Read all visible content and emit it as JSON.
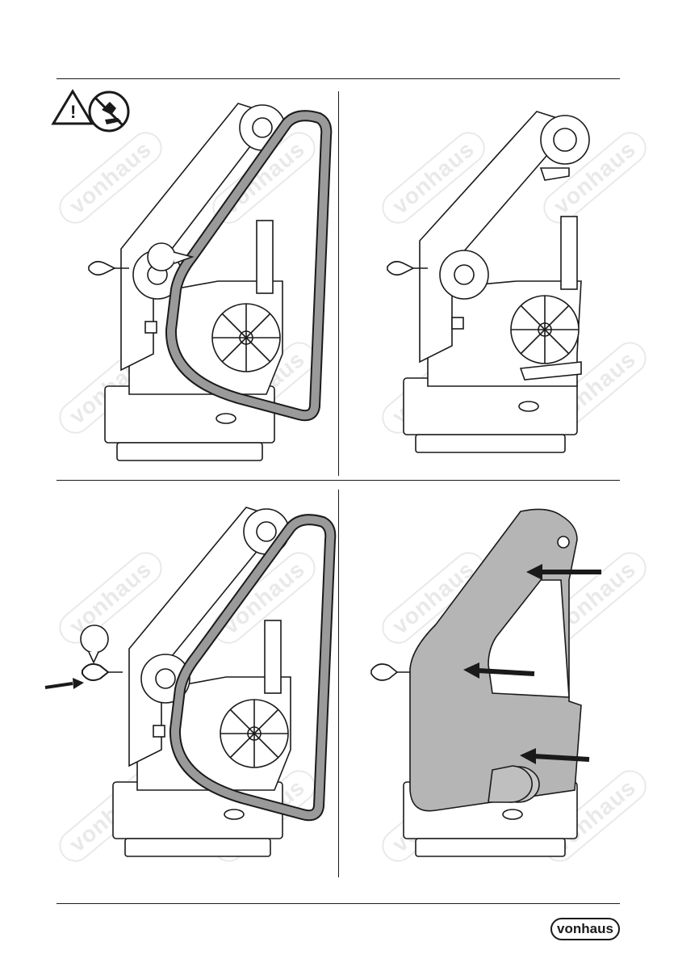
{
  "page": {
    "brand_logo": "vonhaus",
    "watermark_text": "vonhaus"
  },
  "panels": [
    {
      "id": "step-1",
      "callout": "",
      "warning_icon": "hand-crush-warning-icon"
    },
    {
      "id": "step-2"
    },
    {
      "id": "step-3",
      "callout": ""
    },
    {
      "id": "step-4",
      "arrows": 3
    }
  ],
  "colors": {
    "line": "#1a1a1a",
    "belt": "#9a9a9a",
    "cover": "#b5b5b5",
    "watermark": "#e9e9e9"
  }
}
